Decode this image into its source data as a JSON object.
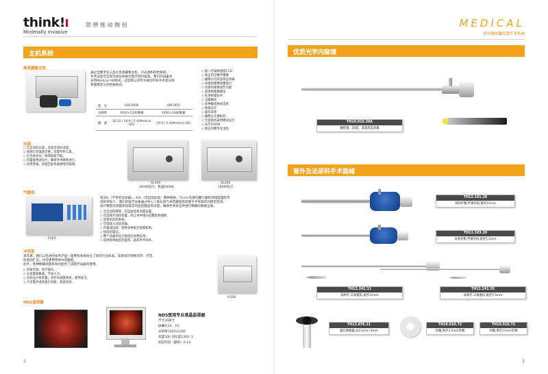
{
  "brand": {
    "logo": "think!",
    "tagline": "Minimally Invasive",
    "slogan": "思 想 推 动 微 创"
  },
  "right_header": {
    "title": "MEDICAL",
    "subtitle": "原科微创腹腔镜手术系统"
  },
  "left_page": {
    "section_title": "主机系统",
    "camera": {
      "subtitle": "高清摄像主机",
      "desc": [
        "通过全数字化三晶片高清摄像主机，冷光源和存档系统，",
        "手术过程可实现可视化并进行医疗资料备案。我们的设备优",
        "支持Medical-HD格式，这是我公司专为微创外科手术高分辨",
        "率图像定义的档格格式。"
      ],
      "spec_rows": [
        [
          "型　号",
          "HDC905Ⅱ",
          "HDC905Ⅰ"
        ],
        [
          "分辨率",
          "1920×1200像素",
          "1920×1080像素"
        ],
        [
          "模　式",
          "16:10 / 16:9 / 5:4(Medical HD)",
          "16:9 / 5:4(Medical HD)"
        ]
      ],
      "features": [
        "能一代高敏感度CCD",
        "真正的全数字摄像",
        "摄像头可高温高压消毒",
        "卓越的图像采集能力",
        "完善的图像调节功能",
        "高清晰图像输出",
        "先进降噪技术",
        "当模模式",
        "多种输出格式选择",
        "防菌设计",
        "操作简单",
        "摄像头方便拆卸",
        "全部系统采用模块设计",
        "光学ZOOM",
        "真正的数字化主机"
      ]
    },
    "light": {
      "subtitle": "光源",
      "features": [
        "全自动氙光源，连续可调光亮度。",
        "宽频灯泡低速方便，无需专用工具。",
        "灯泡寿命长，照明高能节能。",
        "内置备用滤光片，确保手术顺利进行。",
        "适用性强，直接匹配各类硬性内窥镜。"
      ],
      "units": [
        {
          "model": "XL300",
          "desc": "300W氙灯，色温6000K"
        },
        {
          "model": "XL202",
          "desc": "180W氙灯"
        }
      ]
    },
    "insufflator": {
      "subtitle": "气腹机",
      "model": "F103",
      "desc": [
        "有30L（不带有追加器）、40L（可自动加温）两种规格。Think!在微创腹气腹机领域是国际市",
        "场的领军人，我们的医疗设备通过导入二氧化碳气体在腹腔形成便于手术操作的稳定空间。",
        "设计精密的测量系统能实时监控腹压和流量，确保手术安全并进行精确的数据记录。"
      ],
      "features": [
        "全自动的管理，可自由选择流量设置。",
        "可选择外加热装置，防止术中镜头起雾影响视野。",
        "完善的监控系统。",
        "可选插入式加温器。",
        "内置减压阀，提供多种安全保障机制。",
        "极低的噪音。",
        "整个武器的设计能适应各种应用。",
        "适用各种类型的医院，提高手术效率。"
      ]
    },
    "pump": {
      "subtitle": "冲洗泵",
      "desc": [
        "多年来，我们以先进的技术产品—医用泵系统树立了新的行业标准。该系统可控制流节、子宫、",
        "尿道的扩充，也可使用液体冲洗腹腔。",
        "此外，各种精确测量系统也配合了该医疗设备的使用。"
      ],
      "features": [
        "流速可调，易于操作。",
        "大容量收集瓶，节省人力。",
        "没有压力泵装置，开腔有微量系统，使用安全。",
        "大流量冲洗及吸引功能，提高效率。"
      ],
      "model": "H108"
    },
    "monitor": {
      "subtitle": "NDS监视器",
      "title": "NDS医用专业液晶监视器",
      "specs": [
        "尺寸26英寸",
        "屏幕比16 : 10",
        "分辨率1920x1200",
        "亮度500 对比度1300: 1",
        "响应时间（最好）6-14"
      ]
    },
    "page_no": "1"
  },
  "right_page": {
    "laparoscope": {
      "section_title": "优质光学内窥镜",
      "code": "TH10.010.30A",
      "desc": "腹腔镜、30度、高温高压消毒"
    },
    "instruments": {
      "section_title": "普外及泌尿科手术器械",
      "items": [
        {
          "code": "TH12.101.20",
          "desc": "穿刺外鞘,平滑外形,直径11mm"
        },
        {
          "code": "TH12.103.20",
          "desc": "穿刺外鞘,平滑外形,直径5.5mm"
        },
        {
          "code": "TH12.241.11",
          "desc": "穿刺针,三角锥形,直径11mm"
        },
        {
          "code": "TH12.241.55",
          "desc": "穿刺针,三角锥形,直径5.5mm"
        },
        {
          "code": "TH13.076.11",
          "desc": "端口转换器,从11mm~5mm"
        },
        {
          "code": "TH10.010.72",
          "desc": "封帽,用于3.5mm外鞘"
        },
        {
          "code": "TH10.010.72",
          "desc": "封帽,用于11mm外鞘"
        }
      ]
    },
    "page_no": "2"
  },
  "colors": {
    "accent": "#f4a21c",
    "bar_text": "#ffffff",
    "dark_caption": "#4a4a4a",
    "logo_red": "#d6001c"
  }
}
